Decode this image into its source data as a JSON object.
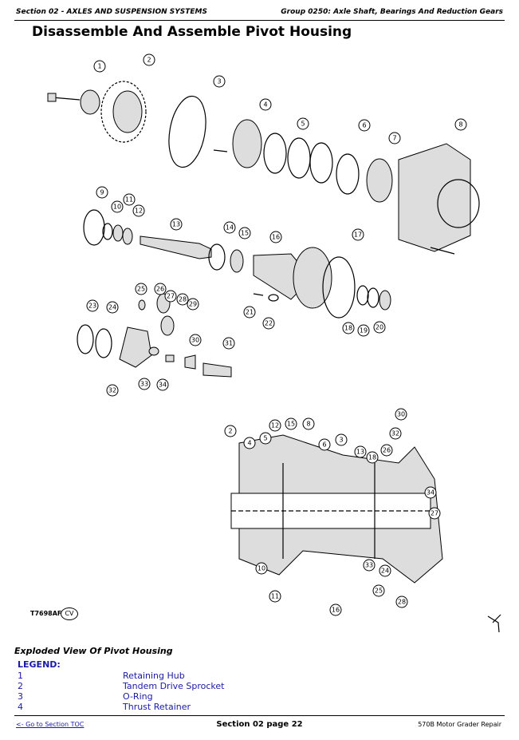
{
  "header": {
    "left": "Section 02 - AXLES AND SUSPENSION SYSTEMS",
    "right": "Group 0250: Axle Shaft, Bearings And Reduction Gears"
  },
  "title": "Disassemble And Assemble Pivot Housing",
  "figure": {
    "code": "T7698AF",
    "code_suffix": "CV",
    "callouts_exploded": [
      "1",
      "2",
      "3",
      "4",
      "5",
      "6",
      "7",
      "8",
      "9",
      "10",
      "11",
      "12",
      "13",
      "14",
      "15",
      "16",
      "17",
      "18",
      "19",
      "20",
      "21",
      "22",
      "23",
      "24",
      "25",
      "26",
      "27",
      "28",
      "29",
      "30",
      "31",
      "32",
      "33",
      "34"
    ],
    "callouts_section": [
      "2",
      "4",
      "5",
      "12",
      "15",
      "8",
      "6",
      "3",
      "13",
      "18",
      "26",
      "30",
      "32",
      "34",
      "27",
      "28",
      "25",
      "24",
      "33",
      "10",
      "11",
      "16"
    ]
  },
  "caption": "Exploded View Of Pivot Housing",
  "legend": {
    "title": "LEGEND:",
    "items": [
      {
        "num": "1",
        "label": "Retaining Hub"
      },
      {
        "num": "2",
        "label": "Tandem Drive Sprocket"
      },
      {
        "num": "3",
        "label": "O-Ring"
      },
      {
        "num": "4",
        "label": "Thrust Retainer"
      }
    ]
  },
  "footer": {
    "link": "<- Go to Section TOC",
    "center": "Section 02 page 22",
    "right": "570B Motor Grader Repair"
  }
}
